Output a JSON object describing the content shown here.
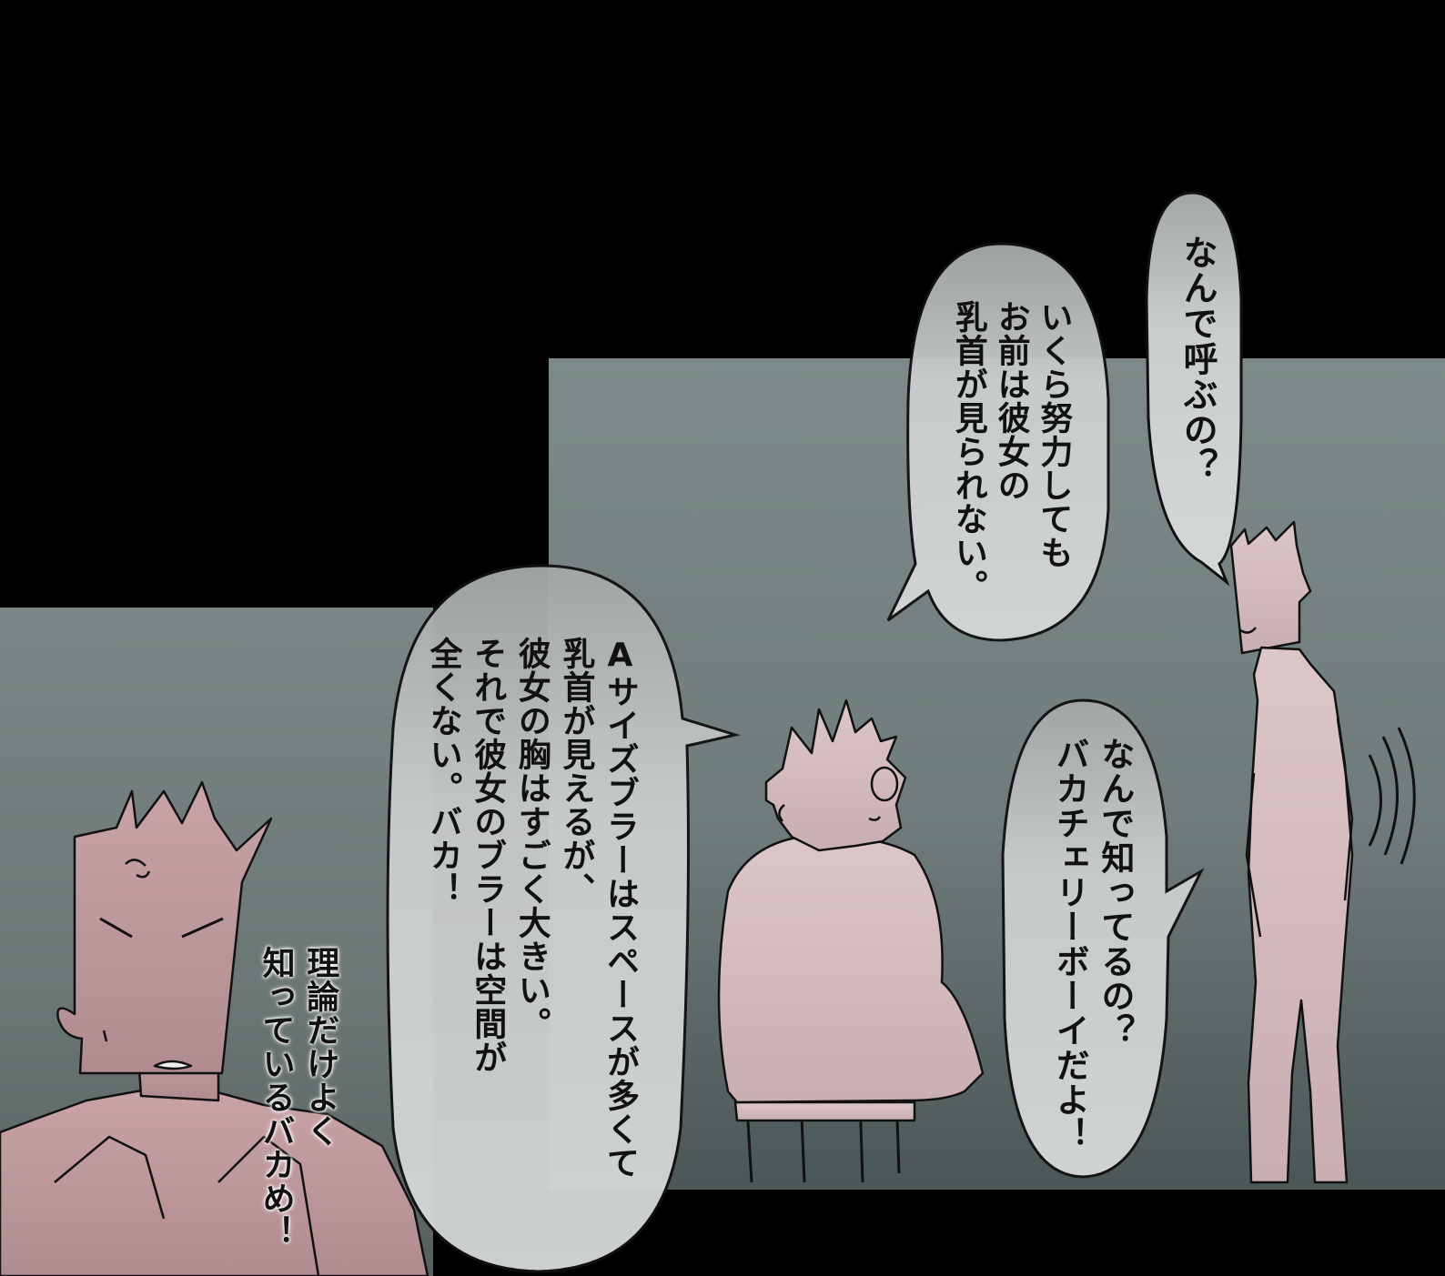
{
  "comic": {
    "bubble_why_call": "なんで呼ぶの？",
    "bubble_no_matter_how": "いくら努力しても\nお前は彼女の\n乳首が見られない。",
    "bubble_a_size_bra": "Aサイズブラーはスペースが多くて\n乳首が見えるが、\n彼女の胸はすごく大きい。\nそれで彼女のブラーは空間が\n全くない。バカ！",
    "bubble_how_do_you_know": "なんで知ってるの？\nバカチェリーボーイだよ！",
    "narration_theory_only": "理論だけよく\n知っているバカめ！"
  },
  "colors": {
    "background": "#000000",
    "panel_teal": "#7b8786",
    "bubble_fill": "#cfd3d3",
    "skin_pink": "#d7c0c3",
    "ink": "#111111"
  }
}
